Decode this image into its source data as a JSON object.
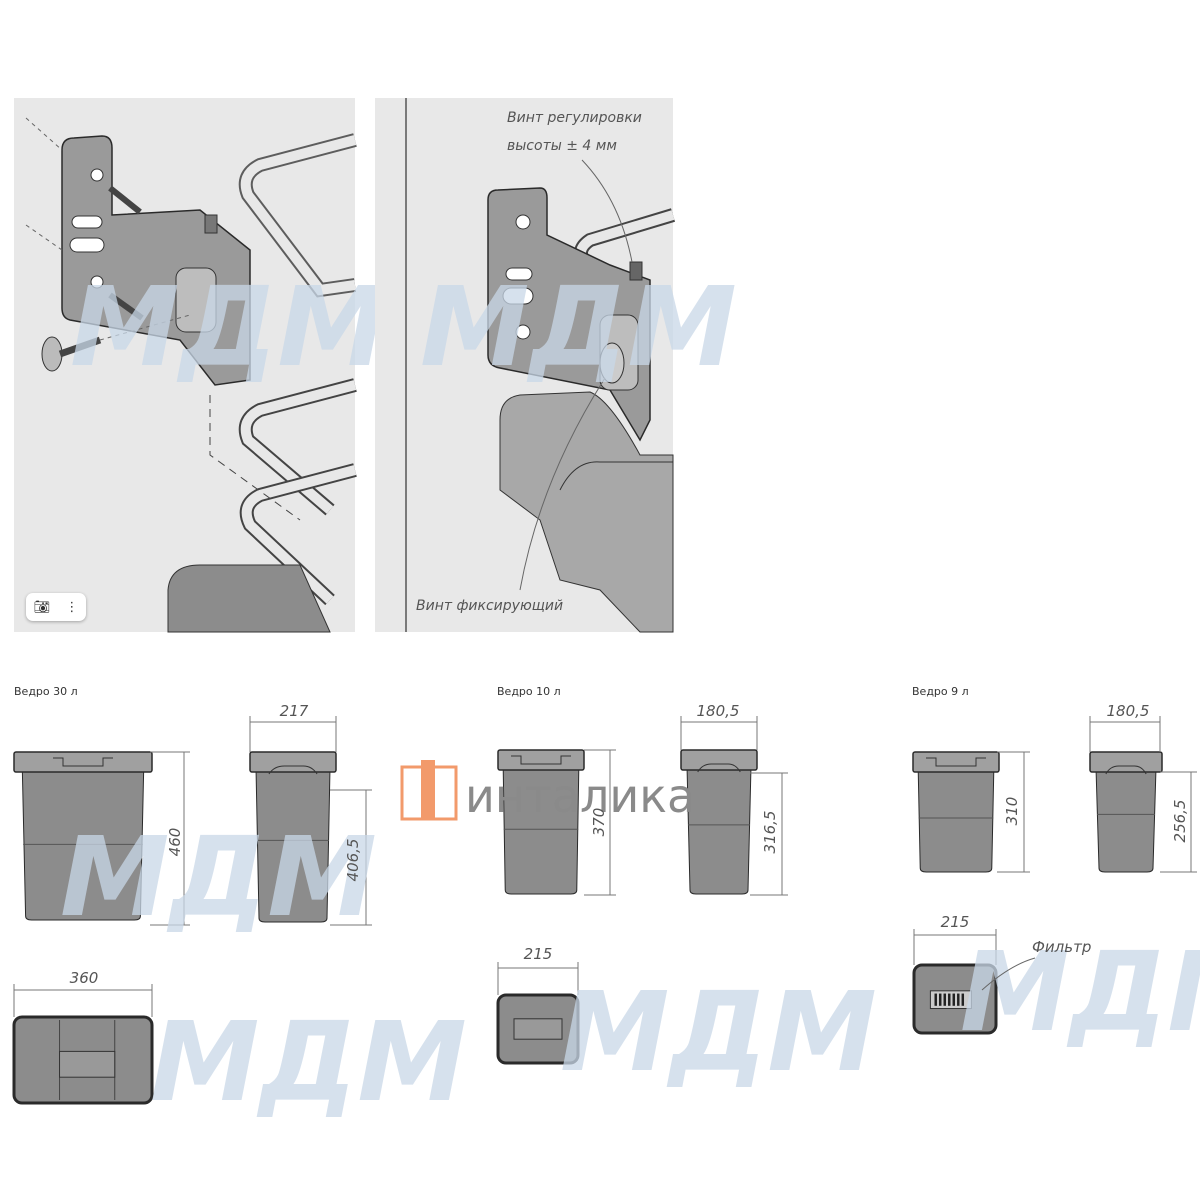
{
  "illustration": {
    "note_height_screw_line1": "Винт регулировки",
    "note_height_screw_line2": "высоты ± 4 мм",
    "note_fixing_screw": "Винт фиксирующий"
  },
  "toolbar": {
    "camera_icon": "camera-icon",
    "more_icon": "more-vertical-icon"
  },
  "watermark_logo": "МДМ",
  "brand_logo": "инталика",
  "buckets": [
    {
      "title": "Ведро 30 л",
      "height": "460",
      "depth": "217",
      "side_height": "406,5",
      "width": "360"
    },
    {
      "title": "Ведро 10 л",
      "height": "370",
      "depth": "180,5",
      "side_height": "316,5",
      "width": "215"
    },
    {
      "title": "Ведро 9 л",
      "height": "310",
      "depth": "180,5",
      "side_height": "256,5",
      "width": "215",
      "filter_label": "Фильтр"
    }
  ],
  "colors": {
    "panel": "#e8e8e8",
    "body": "#8c8c8c",
    "lid": "#a0a0a0",
    "outline": "#2a2a2a",
    "brand_orange": "#f29a6b"
  }
}
